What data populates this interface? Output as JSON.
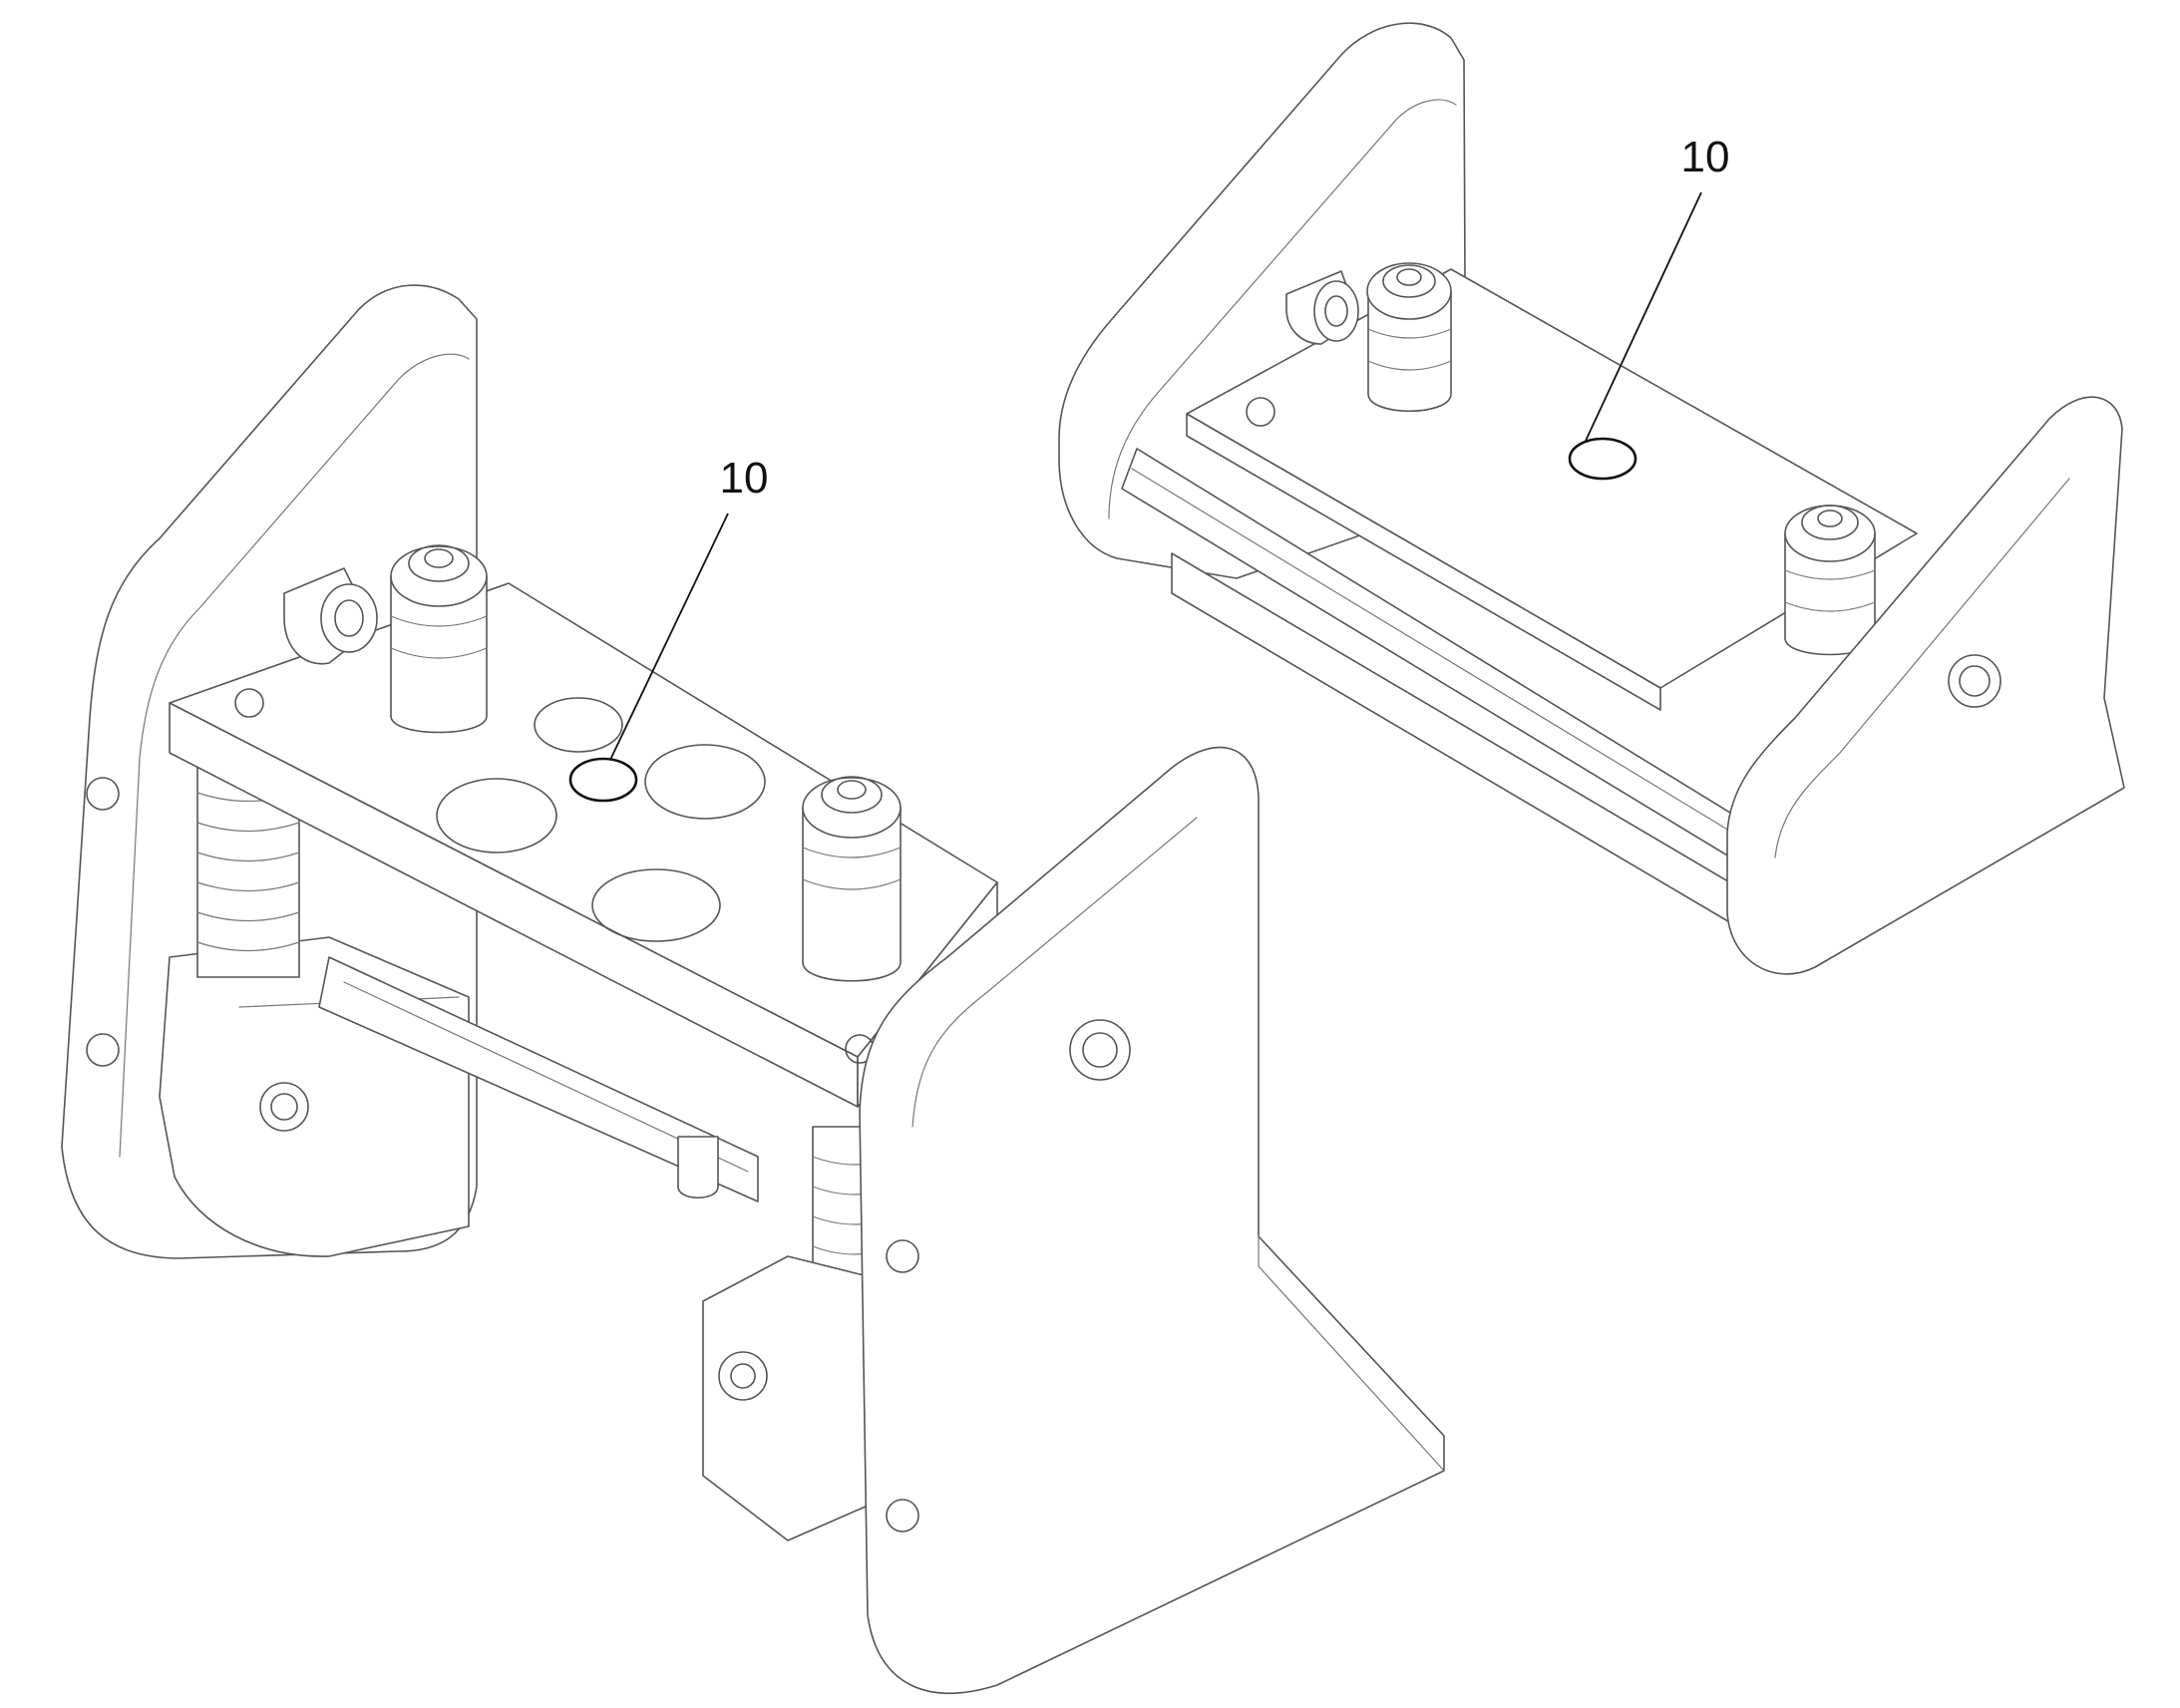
{
  "figure": {
    "references": [
      {
        "id": "ref-left",
        "label": "10"
      },
      {
        "id": "ref-right",
        "label": "10"
      }
    ]
  }
}
